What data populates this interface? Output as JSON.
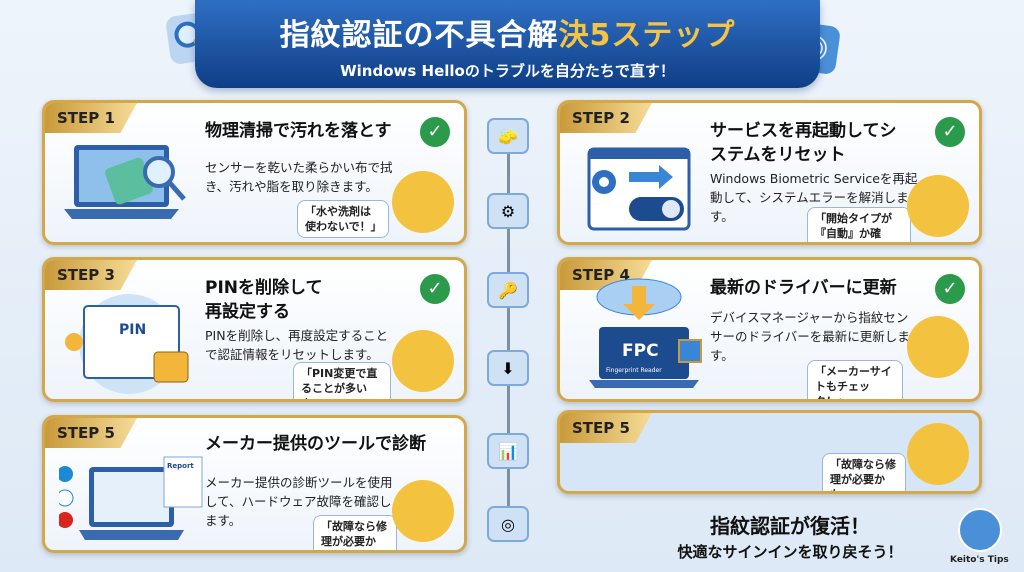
{
  "header": {
    "title_main": "指紋認証の不具合解",
    "title_highlight": "決5ステップ",
    "subtitle": "Windows Helloのトラブルを自分たちで直す！"
  },
  "steps": [
    {
      "label": "STEP 1",
      "title": "物理清掃で汚れを落とす",
      "body": "センサーを乾いた柔らかい布で拭き、汚れや脂を取り除きます。",
      "bubble": "「水や洗剤は使わないで！」"
    },
    {
      "label": "STEP 2",
      "title": "サービスを再起動してシステムをリセット",
      "body": "Windows Biometric Serviceを再起動して、システムエラーを解消します。",
      "bubble": "「開始タイプが『自動』か確認！」"
    },
    {
      "label": "STEP 3",
      "title": "PINを削除して再設定する",
      "body": "PINを削除し、再度設定することで認証情報をリセットします。",
      "bubble": "「PIN変更で直ることが多いよ。」",
      "illus_text": "PIN"
    },
    {
      "label": "STEP 4",
      "title": "最新のドライバーに更新",
      "body": "デバイスマネージャーから指紋センサーのドライバーを最新に更新します。",
      "bubble": "「メーカーサイトもチェック！」",
      "illus_text": "FPC",
      "illus_sub": "Fingerprint Reader"
    },
    {
      "label": "STEP 5",
      "title": "メーカー提供のツールで診断",
      "body": "メーカー提供の診断ツールを使用して、ハードウェア故障を確認します。",
      "bubble": "「故障なら修理が必要かも。」",
      "illus_text": "Report"
    },
    {
      "label": "STEP 5",
      "bubble": "「故障なら修理が必要かも。」"
    }
  ],
  "footer": {
    "headline": "指紋認証が復活！",
    "sub": "快適なサインインを取り戻そう！",
    "brand": "Keito's Tips"
  },
  "colors": {
    "accent": "#0f3e86",
    "gold": "#d2a84a",
    "highlight": "#f6c443",
    "check": "#2b9a4a"
  }
}
